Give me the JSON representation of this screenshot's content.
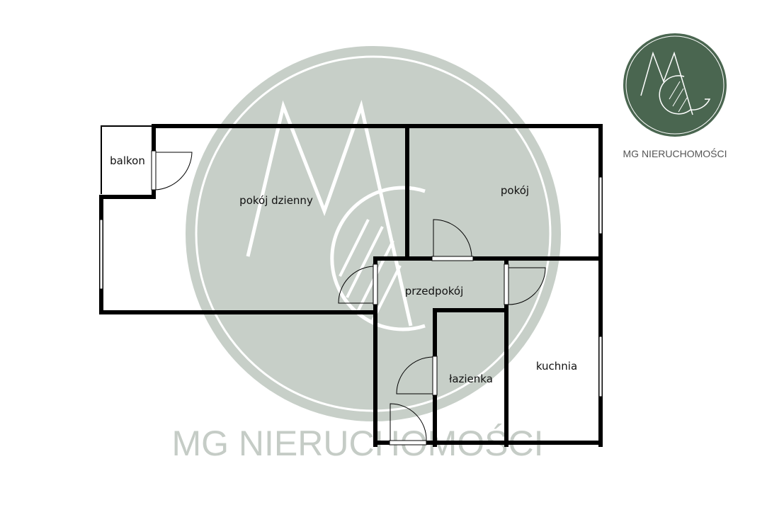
{
  "brand": {
    "name": "MG NIERUCHOMOŚCI",
    "logo_letters": "MG",
    "logo_color": "#4a6650",
    "watermark_color": "#c7cfc8"
  },
  "rooms": {
    "balkon": "balkon",
    "living": "pokój dzienny",
    "room": "pokój",
    "hall": "przedpokój",
    "bath": "łazienka",
    "kitchen": "kuchnia"
  }
}
